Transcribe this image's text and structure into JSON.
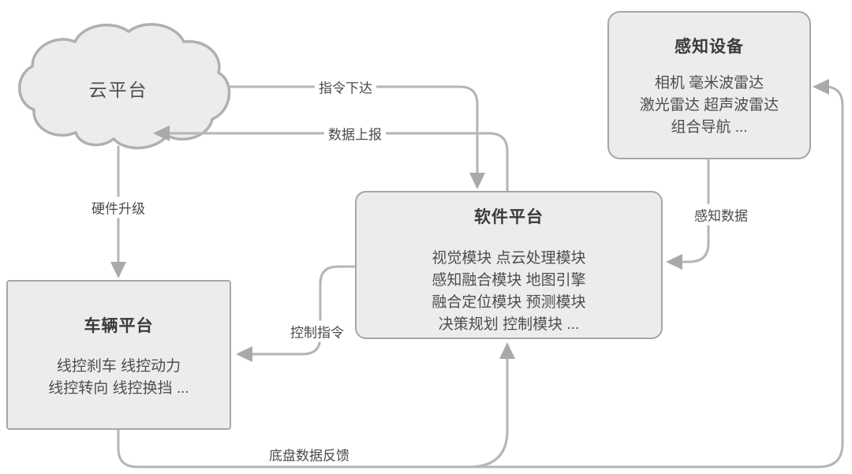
{
  "palette": {
    "line": "#b5b5b5",
    "arrowhead": "#a9a9a9",
    "node_fill": "#ececec",
    "node_border": "#a6a6a6",
    "title_text": "#3a3a3a",
    "body_text": "#4e4e4e",
    "background": "#ffffff"
  },
  "nodes": {
    "cloud": {
      "title": "云平台"
    },
    "perception": {
      "title": "感知设备",
      "lines": [
        "相机 毫米波雷达",
        "激光雷达 超声波雷达",
        "组合导航 ..."
      ]
    },
    "software": {
      "title": "软件平台",
      "lines": [
        "视觉模块 点云处理模块",
        "感知融合模块 地图引擎",
        "融合定位模块 预测模块",
        "决策规划 控制模块 ..."
      ]
    },
    "vehicle": {
      "title": "车辆平台",
      "lines": [
        "线控刹车 线控动力",
        "线控转向 线控换挡 ..."
      ]
    }
  },
  "edges": {
    "command_down": {
      "label": "指令下达",
      "from": "云平台",
      "to": "软件平台"
    },
    "data_up": {
      "label": "数据上报",
      "from": "软件平台",
      "to": "云平台"
    },
    "hardware_upgrade": {
      "label": "硬件升级",
      "from": "云平台",
      "to": "车辆平台"
    },
    "perception_data": {
      "label": "感知数据",
      "from": "感知设备",
      "to": "软件平台"
    },
    "control_command": {
      "label": "控制指令",
      "from": "软件平台",
      "to": "车辆平台"
    },
    "chassis_feedback": {
      "label": "底盘数据反馈",
      "from": "车辆平台",
      "to": "软件平台 / 感知设备"
    }
  }
}
